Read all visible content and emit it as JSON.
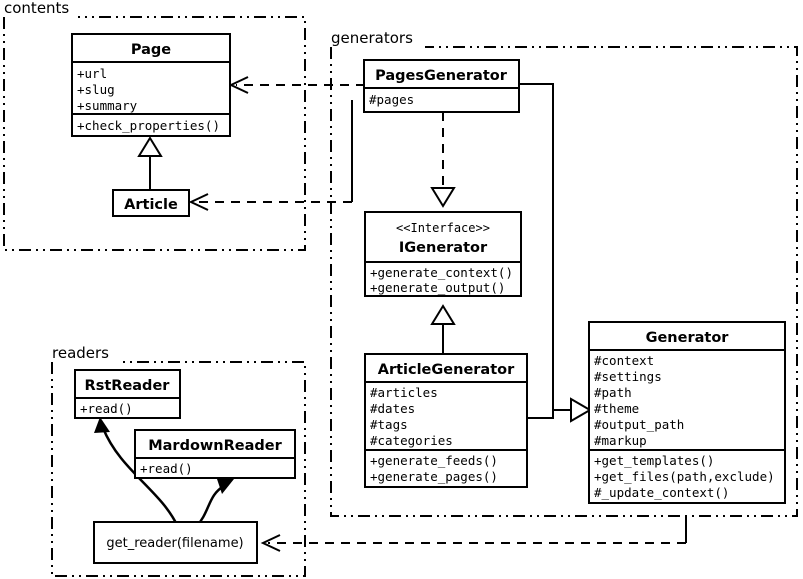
{
  "diagram": {
    "type": "uml-class-diagram",
    "title": "",
    "background": "#ffffff",
    "line_color": "#000000"
  },
  "packages": [
    {
      "id": "contents",
      "label": "contents"
    },
    {
      "id": "generators",
      "label": "generators"
    },
    {
      "id": "readers",
      "label": "readers"
    }
  ],
  "classes": {
    "page": {
      "name": "Page",
      "stereotype": "",
      "attributes": [
        "+url",
        "+slug",
        "+summary"
      ],
      "methods": [
        "+check_properties()"
      ]
    },
    "article": {
      "name": "Article",
      "stereotype": "",
      "attributes": [],
      "methods": []
    },
    "pages_generator": {
      "name": "PagesGenerator",
      "stereotype": "",
      "attributes": [
        "#pages"
      ],
      "methods": []
    },
    "igenerator": {
      "name": "IGenerator",
      "stereotype": "<<Interface>>",
      "attributes": [],
      "methods": [
        "+generate_context()",
        "+generate_output()"
      ]
    },
    "article_generator": {
      "name": "ArticleGenerator",
      "stereotype": "",
      "attributes": [
        "#articles",
        "#dates",
        "#tags",
        "#categories"
      ],
      "methods": [
        "+generate_feeds()",
        "+generate_pages()"
      ]
    },
    "generator": {
      "name": "Generator",
      "stereotype": "",
      "attributes": [
        "#context",
        "#settings",
        "#path",
        "#theme",
        "#output_path",
        "#markup"
      ],
      "methods": [
        "+get_templates()",
        "+get_files(path,exclude)",
        "#_update_context()"
      ]
    },
    "rst_reader": {
      "name": "RstReader",
      "stereotype": "",
      "attributes": [],
      "methods": [
        "+read()"
      ]
    },
    "mardown_reader": {
      "name": "MardownReader",
      "stereotype": "",
      "attributes": [],
      "methods": [
        "+read()"
      ]
    },
    "get_reader": {
      "name": "get_reader(filename)",
      "stereotype": "",
      "attributes": [],
      "methods": []
    }
  },
  "relationships": [
    {
      "id": "article-page",
      "from": "Article",
      "to": "Page",
      "type": "generalization"
    },
    {
      "id": "pagesgenerator-page",
      "from": "PagesGenerator",
      "to": "Page",
      "type": "dependency"
    },
    {
      "id": "pagesgenerator-article",
      "from": "PagesGenerator",
      "to": "Article",
      "type": "dependency"
    },
    {
      "id": "pagesgenerator-igenerator",
      "from": "PagesGenerator",
      "to": "IGenerator",
      "type": "realization"
    },
    {
      "id": "articlegenerator-igenerator",
      "from": "ArticleGenerator",
      "to": "IGenerator",
      "type": "generalization"
    },
    {
      "id": "pagesgenerator-generator",
      "from": "PagesGenerator",
      "to": "Generator",
      "type": "generalization"
    },
    {
      "id": "articlegenerator-generator",
      "from": "ArticleGenerator",
      "to": "Generator",
      "type": "generalization"
    },
    {
      "id": "generator-getreader",
      "from": "Generator",
      "to": "get_reader(filename)",
      "type": "dependency"
    },
    {
      "id": "getreader-rstreader",
      "from": "get_reader(filename)",
      "to": "RstReader",
      "type": "creates"
    },
    {
      "id": "getreader-mardownreader",
      "from": "get_reader(filename)",
      "to": "MardownReader",
      "type": "creates"
    }
  ]
}
